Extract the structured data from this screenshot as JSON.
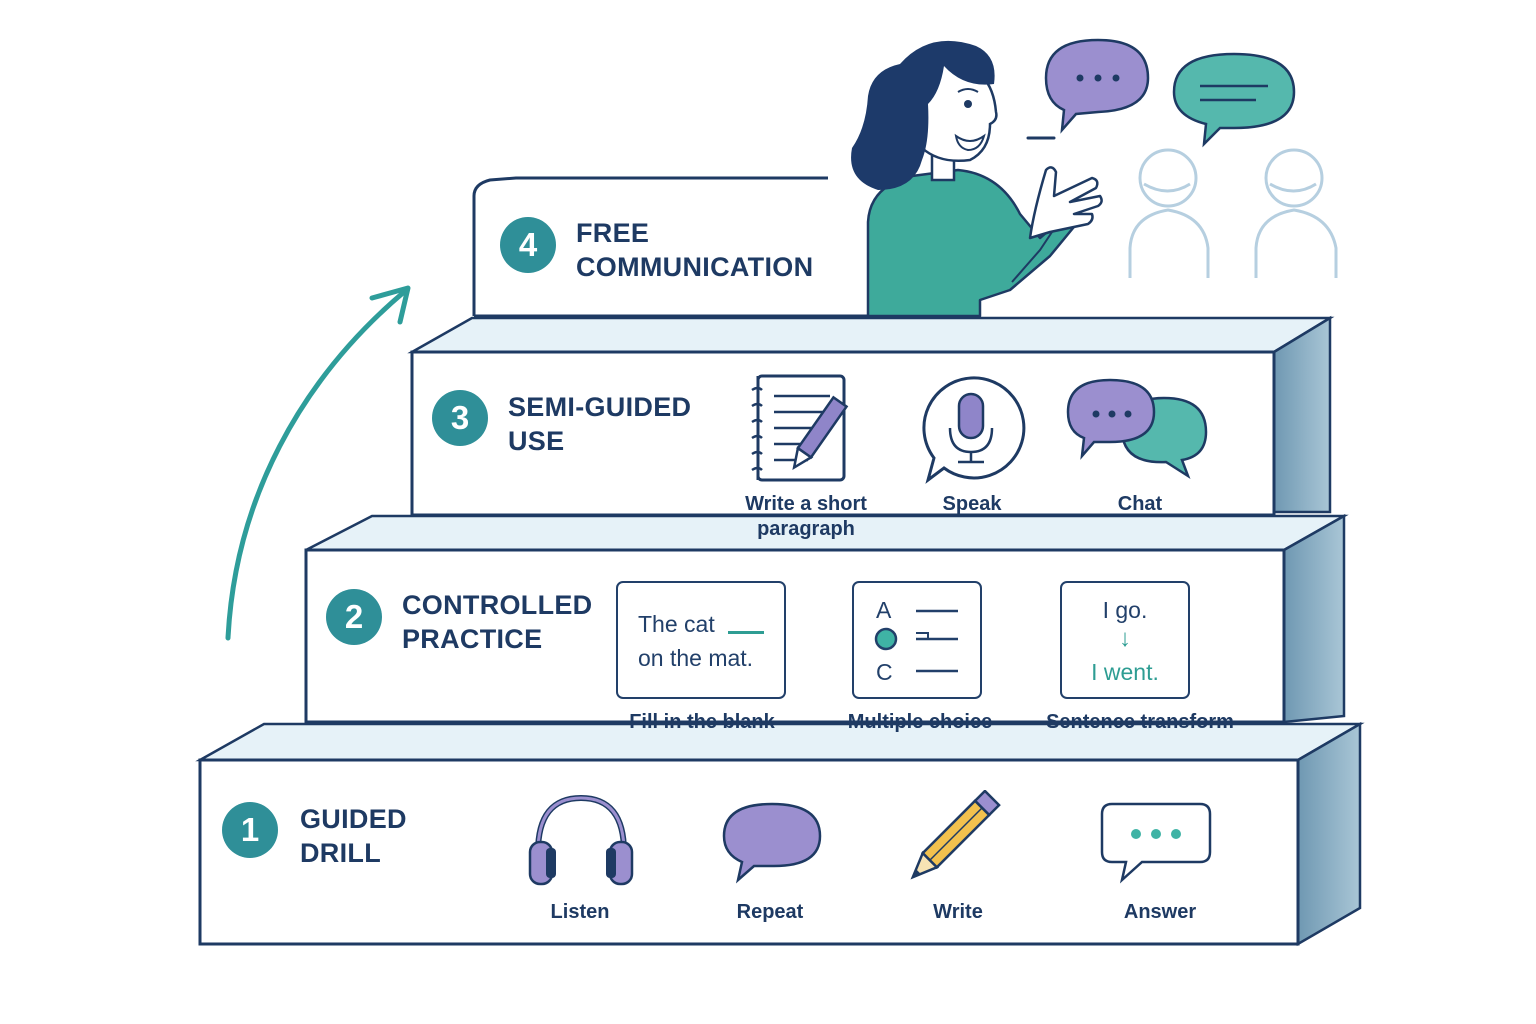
{
  "steps": [
    {
      "number": "1",
      "title_line1": "GUIDED",
      "title_line2": "DRILL",
      "activities": [
        {
          "label": "Listen",
          "icon": "headphones-icon"
        },
        {
          "label": "Repeat",
          "icon": "speech-bubble-icon"
        },
        {
          "label": "Write",
          "icon": "pencil-icon"
        },
        {
          "label": "Answer",
          "icon": "typing-bubble-icon"
        }
      ]
    },
    {
      "number": "2",
      "title_line1": "CONTROLLED",
      "title_line2": "PRACTICE",
      "activities": [
        {
          "label": "Fill in the blank",
          "icon": "fill-blank-card",
          "card_line1": "The cat",
          "card_line2": "on the mat."
        },
        {
          "label": "Multiple choice",
          "icon": "multiple-choice-card",
          "option_a": "A",
          "option_c": "C"
        },
        {
          "label": "Sentence transform",
          "icon": "sentence-transform-card",
          "card_line1": "I go.",
          "card_line2": "I went."
        }
      ]
    },
    {
      "number": "3",
      "title_line1": "SEMI-GUIDED",
      "title_line2": "USE",
      "activities": [
        {
          "label_line1": "Write a short",
          "label_line2": "paragraph",
          "icon": "notebook-icon"
        },
        {
          "label": "Speak",
          "icon": "microphone-icon"
        },
        {
          "label": "Chat",
          "icon": "chat-bubbles-icon"
        }
      ]
    },
    {
      "number": "4",
      "title_line1": "FREE",
      "title_line2": "COMMUNICATION"
    }
  ],
  "colors": {
    "navy": "#1e3a63",
    "teal": "#2f8f98",
    "bright_teal": "#3fb3a5",
    "purple": "#9b8fcf",
    "step_side": "#7fa6bd",
    "step_top": "#e6f2f8",
    "pencil_yellow": "#f2c14e"
  }
}
